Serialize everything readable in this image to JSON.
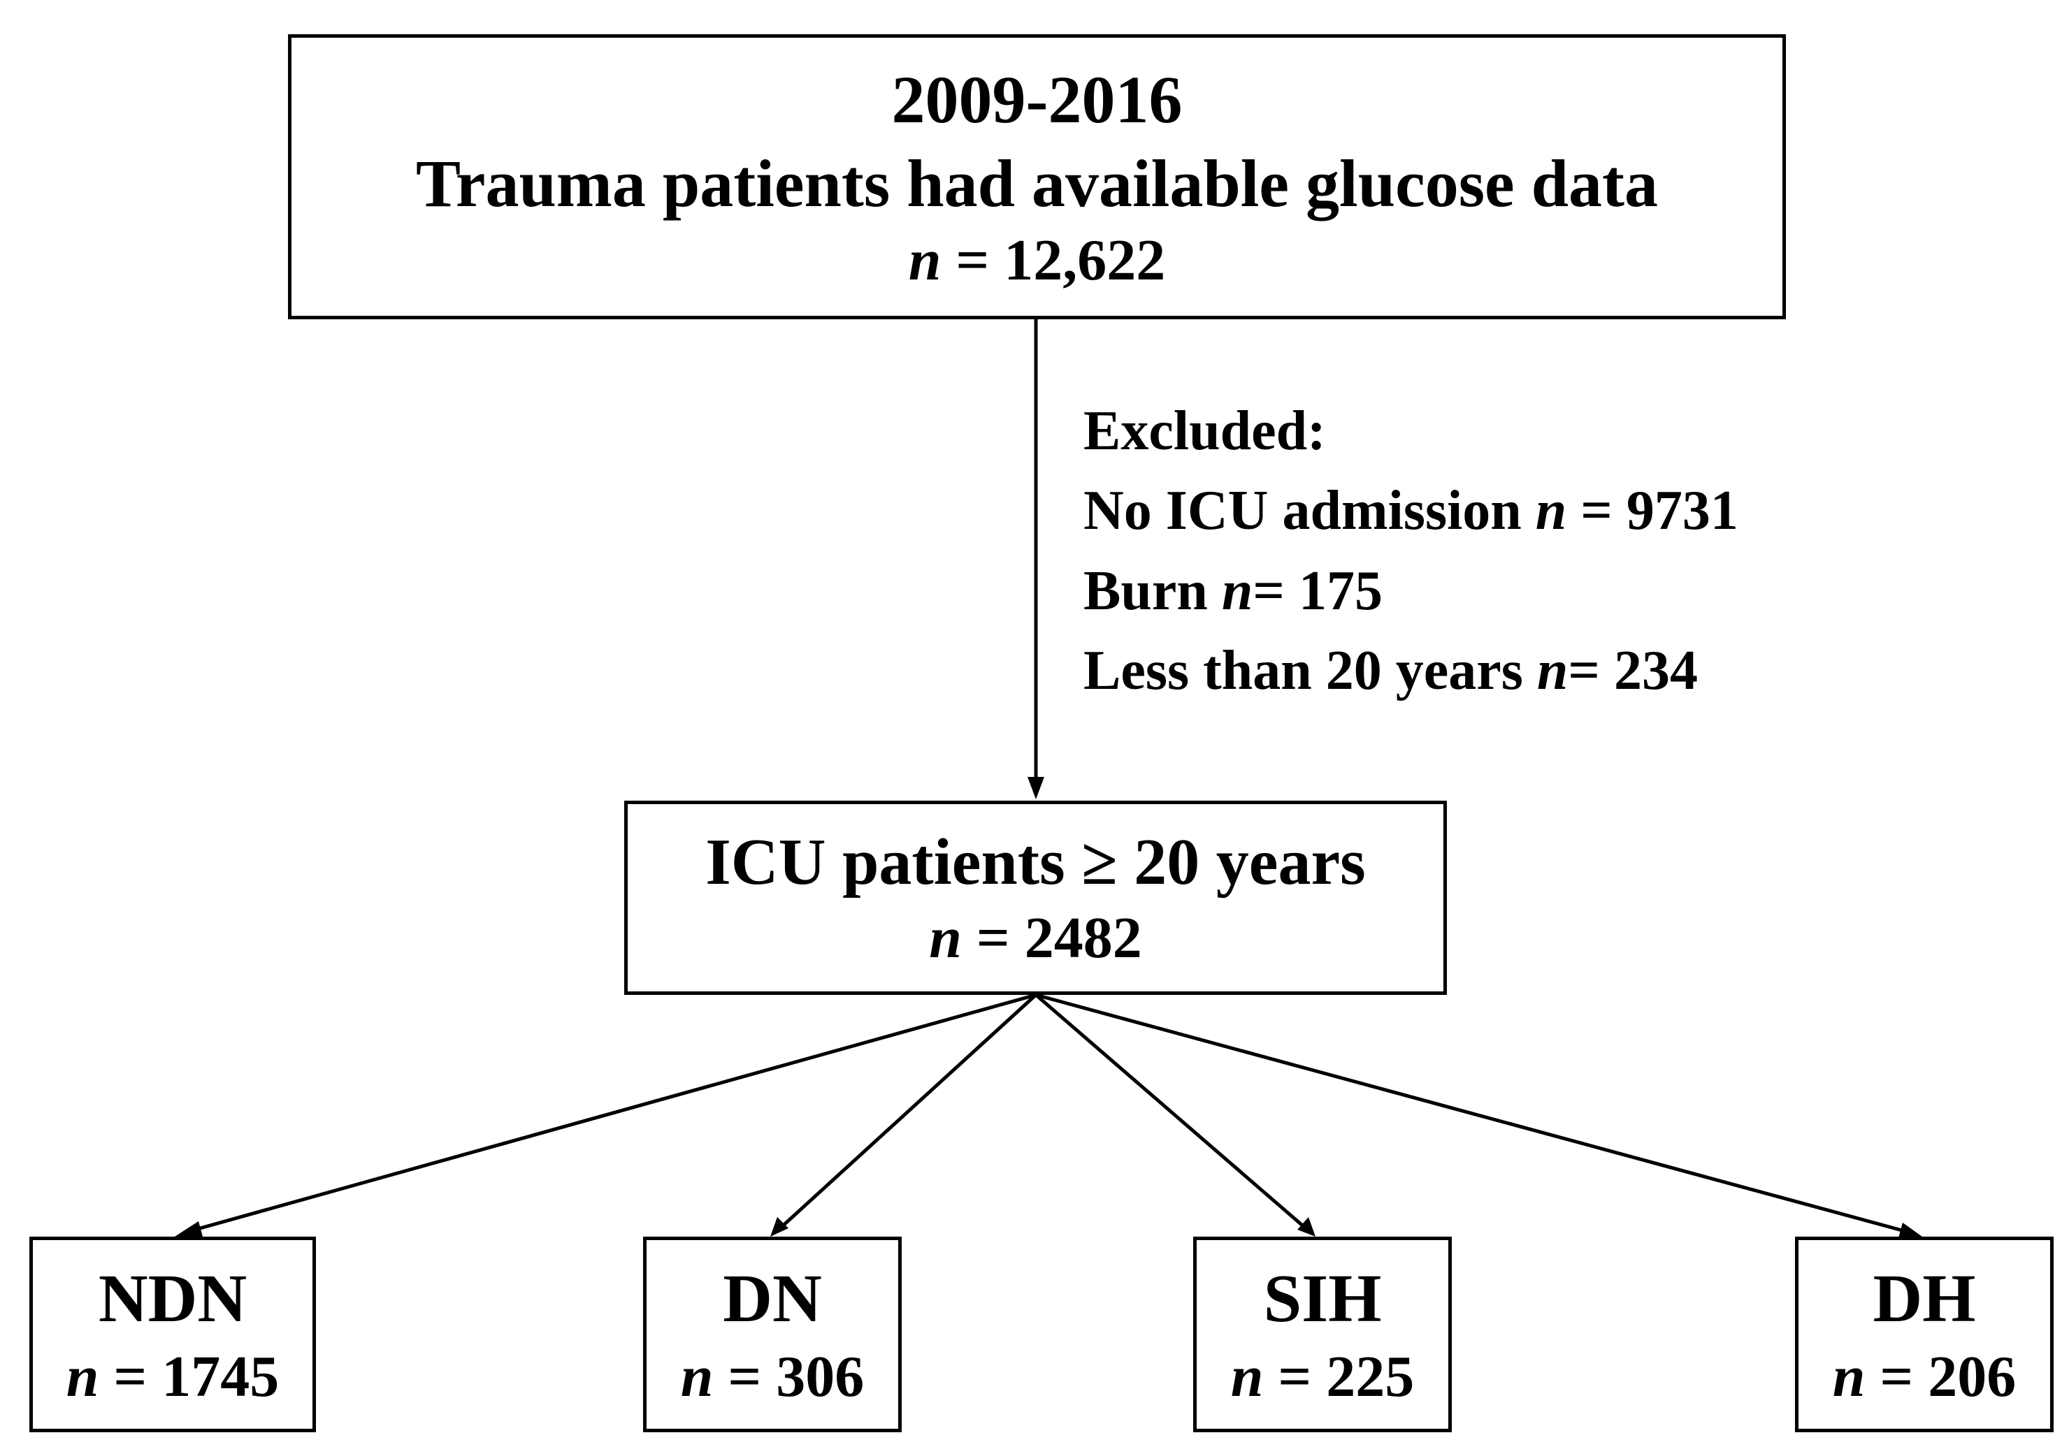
{
  "top_box": {
    "years": "2009-2016",
    "description": "Trauma patients had available glucose data",
    "n_label": "n",
    "n_value": "= 12,622"
  },
  "excluded": {
    "heading": "Excluded:",
    "items": [
      {
        "label": "No ICU admission",
        "n_label": "n",
        "n_value": "= 9731"
      },
      {
        "label": "Burn",
        "n_label": "n",
        "n_value": "= 175"
      },
      {
        "label": "Less than 20 years",
        "n_label": "n",
        "n_value": "= 234"
      }
    ]
  },
  "middle_box": {
    "title": "ICU patients ≥ 20 years",
    "n_label": "n",
    "n_value": "= 2482"
  },
  "groups": [
    {
      "title": "NDN",
      "n_label": "n",
      "n_value": "= 1745"
    },
    {
      "title": "DN",
      "n_label": "n",
      "n_value": "= 306"
    },
    {
      "title": "SIH",
      "n_label": "n",
      "n_value": "= 225"
    },
    {
      "title": "DH",
      "n_label": "n",
      "n_value": "= 206"
    }
  ]
}
